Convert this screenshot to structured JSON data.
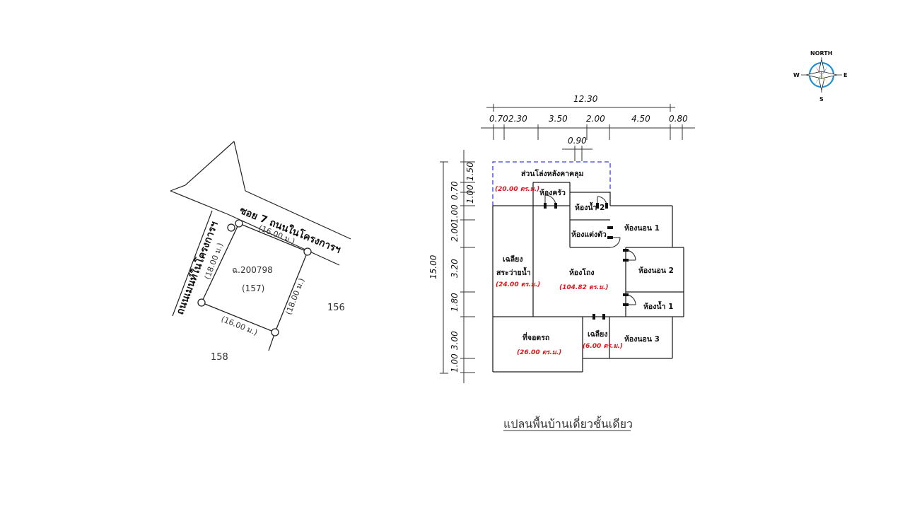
{
  "site": {
    "road_top": "ซอย 7 ถนนในโครงการฯ",
    "road_left": "ถนนเมนท์ในโครงการฯ",
    "deed": "ฉ.200798",
    "plot_no": "(157)",
    "side_top": "(16.00 ม.)",
    "side_bottom": "(16.00 ม.)",
    "side_left": "(18.00 ม.)",
    "side_right": "(18.00 ม.)",
    "neighbor_right": "156",
    "neighbor_bottom": "158"
  },
  "plan": {
    "caption": "แปลนพื้นบ้านเดี่ยวชั้นเดียว",
    "overall_width": "12.30",
    "overall_height": "15.00",
    "top_dims": [
      "0.70",
      "2.30",
      "3.50",
      "2.00",
      "4.50",
      "0.80"
    ],
    "door_dim": "0.90",
    "left_dims": [
      "1.50",
      "0.70",
      "1.00",
      "1.00",
      "2.00",
      "3.20",
      "1.80",
      "3.00",
      "1.00"
    ]
  },
  "rooms": {
    "garden": {
      "label": "ส่วนโล่งหลังคาคลุม",
      "area": "(20.00 ตร.ม.)"
    },
    "kitchen": {
      "label": "ห้องครัว"
    },
    "bath2": {
      "label": "ห้องน้ำ 2"
    },
    "dressing": {
      "label": "ห้องแต่งตัว"
    },
    "bed1": {
      "label": "ห้องนอน 1"
    },
    "bed2": {
      "label": "ห้องนอน 2"
    },
    "bath1": {
      "label": "ห้องน้ำ 1"
    },
    "bed3": {
      "label": "ห้องนอน 3"
    },
    "laundry": {
      "label1": "เฉลียง",
      "label2": "สระว่ายน้ำ",
      "area": "(24.00 ตร.ม.)"
    },
    "hall": {
      "label": "ห้องโถง",
      "area": "(104.82 ตร.ม.)"
    },
    "parking": {
      "label": "ที่จอดรถ",
      "area": "(26.00 ตร.ม.)"
    },
    "porch": {
      "label": "เฉลียง",
      "area": "(6.00 ตร.ม.)"
    }
  },
  "compass": {
    "n": "NORTH",
    "s": "S",
    "e": "E",
    "w": "W"
  }
}
